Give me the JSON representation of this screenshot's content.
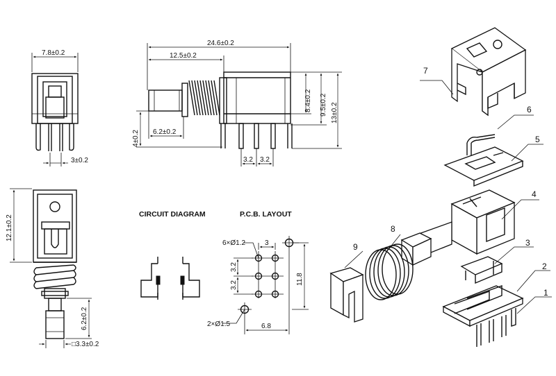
{
  "dimensions": {
    "top_width": "7.8±0.2",
    "overall_length": "24.6±0.2",
    "plunger_length": "12.5±0.2",
    "height_8_4": "8.4±0.2",
    "height_9_5": "9.5±0.2",
    "height_13": "13±0.2",
    "height_4": "4±0.2",
    "plunger_offset": "6.2±0.2",
    "pin_pitch_a": "3.2",
    "pin_pitch_b": "3.2",
    "pin_spacing_front": "3±0.2",
    "side_width": "12.1±0.2",
    "plunger_6_2_vertical": "6.2±0.2",
    "plunger_square": "□3.3±0.2"
  },
  "circuit": {
    "title": "CIRCUIT DIAGRAM"
  },
  "pcb": {
    "title": "P.C.B. LAYOUT",
    "holes_small": "6×Ø1.2",
    "holes_large": "2×Ø1.5",
    "dim_3": "3",
    "dim_3_2_a": "3.2",
    "dim_3_2_b": "3.2",
    "dim_11_8": "11.8",
    "dim_6_8": "6.8"
  },
  "parts": [
    "1",
    "2",
    "3",
    "4",
    "5",
    "6",
    "7",
    "8",
    "9"
  ]
}
